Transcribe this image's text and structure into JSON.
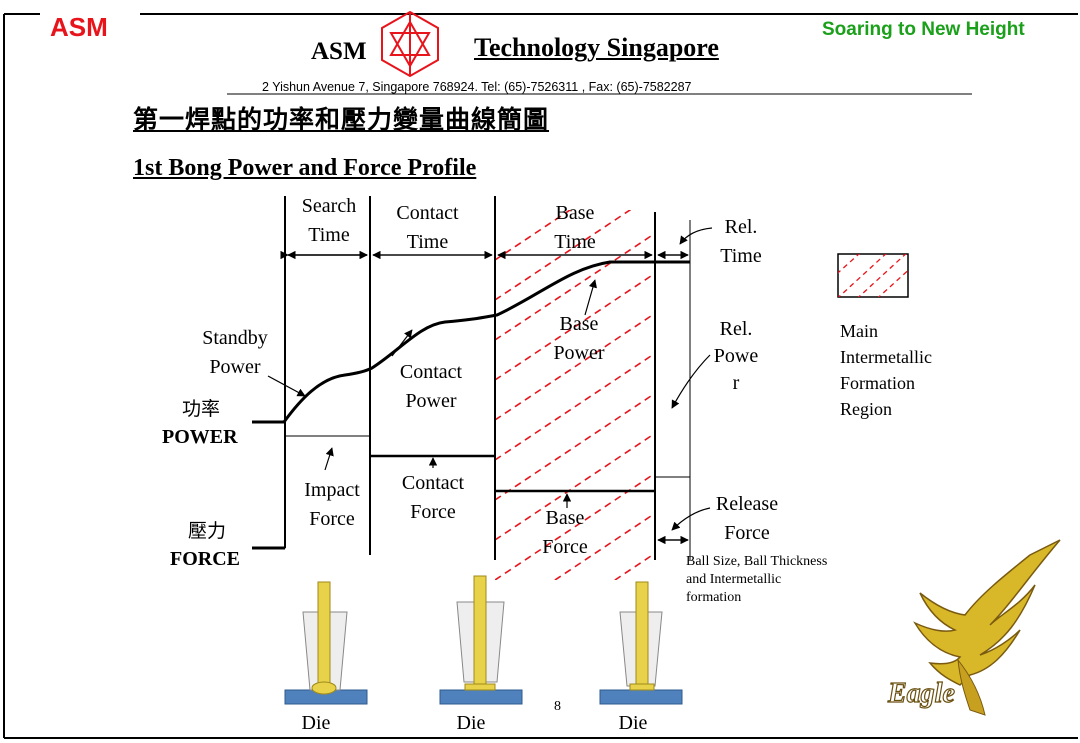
{
  "header": {
    "brand": "ASM",
    "slogan": "Soaring to New Height",
    "company_asm": "ASM",
    "company_name": "Technology Singapore",
    "address": "2 Yishun Avenue 7,  Singapore 768924.  Tel: (65)-7526311 , Fax: (65)-7582287"
  },
  "title": {
    "chinese": "第一焊點的功率和壓力變量曲線簡圖",
    "english": "1st Bong Power and Force Profile"
  },
  "diagram": {
    "phases": {
      "search_time": [
        "Search",
        "Time"
      ],
      "contact_time": [
        "Contact",
        "Time"
      ],
      "base_time": [
        "Base",
        "Time"
      ],
      "rel_time": [
        "Rel.",
        "Time"
      ]
    },
    "power_labels": {
      "standby_power": [
        "Standby",
        "Power"
      ],
      "contact_power": [
        "Contact",
        "Power"
      ],
      "base_power": [
        "Base",
        "Power"
      ],
      "rel_power": [
        "Rel.",
        "Powe",
        "r"
      ]
    },
    "force_labels": {
      "impact_force": [
        "Impact",
        "Force"
      ],
      "contact_force": [
        "Contact",
        "Force"
      ],
      "base_force": [
        "Base",
        "Force"
      ],
      "release_force": [
        "Release",
        "Force"
      ]
    },
    "axis": {
      "power_zh": "功率",
      "power_en": "POWER",
      "force_zh": "壓力",
      "force_en": "FORCE"
    },
    "legend": {
      "label": [
        "Main",
        "Intermetallic",
        "Formation",
        "Region"
      ]
    },
    "note": [
      "Ball Size, Ball Thickness",
      "and Intermetallic",
      "formation"
    ],
    "capillary_labels": [
      "Die",
      "Die",
      "Die"
    ],
    "logo_text": "Eagle"
  },
  "footer": {
    "page_number": "8"
  },
  "colors": {
    "brand_red": "#e8141c",
    "slogan_green": "#1aa01a",
    "hatch_red": "#e8141c",
    "die_blue": "#4f81bd",
    "wire_gold": "#e8d24a"
  }
}
